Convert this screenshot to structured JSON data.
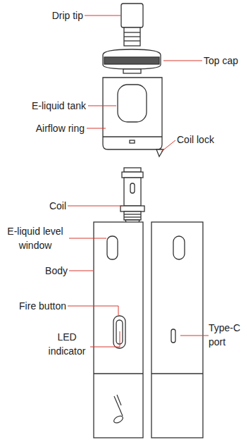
{
  "diagram": {
    "labels": [
      "Drip tip",
      "Top cap",
      "E-liquid tank",
      "Airflow ring",
      "Coil lock",
      "Coil",
      "E-liquid level window",
      "Body",
      "Fire button",
      "LED indicator",
      "Type-C port"
    ]
  }
}
